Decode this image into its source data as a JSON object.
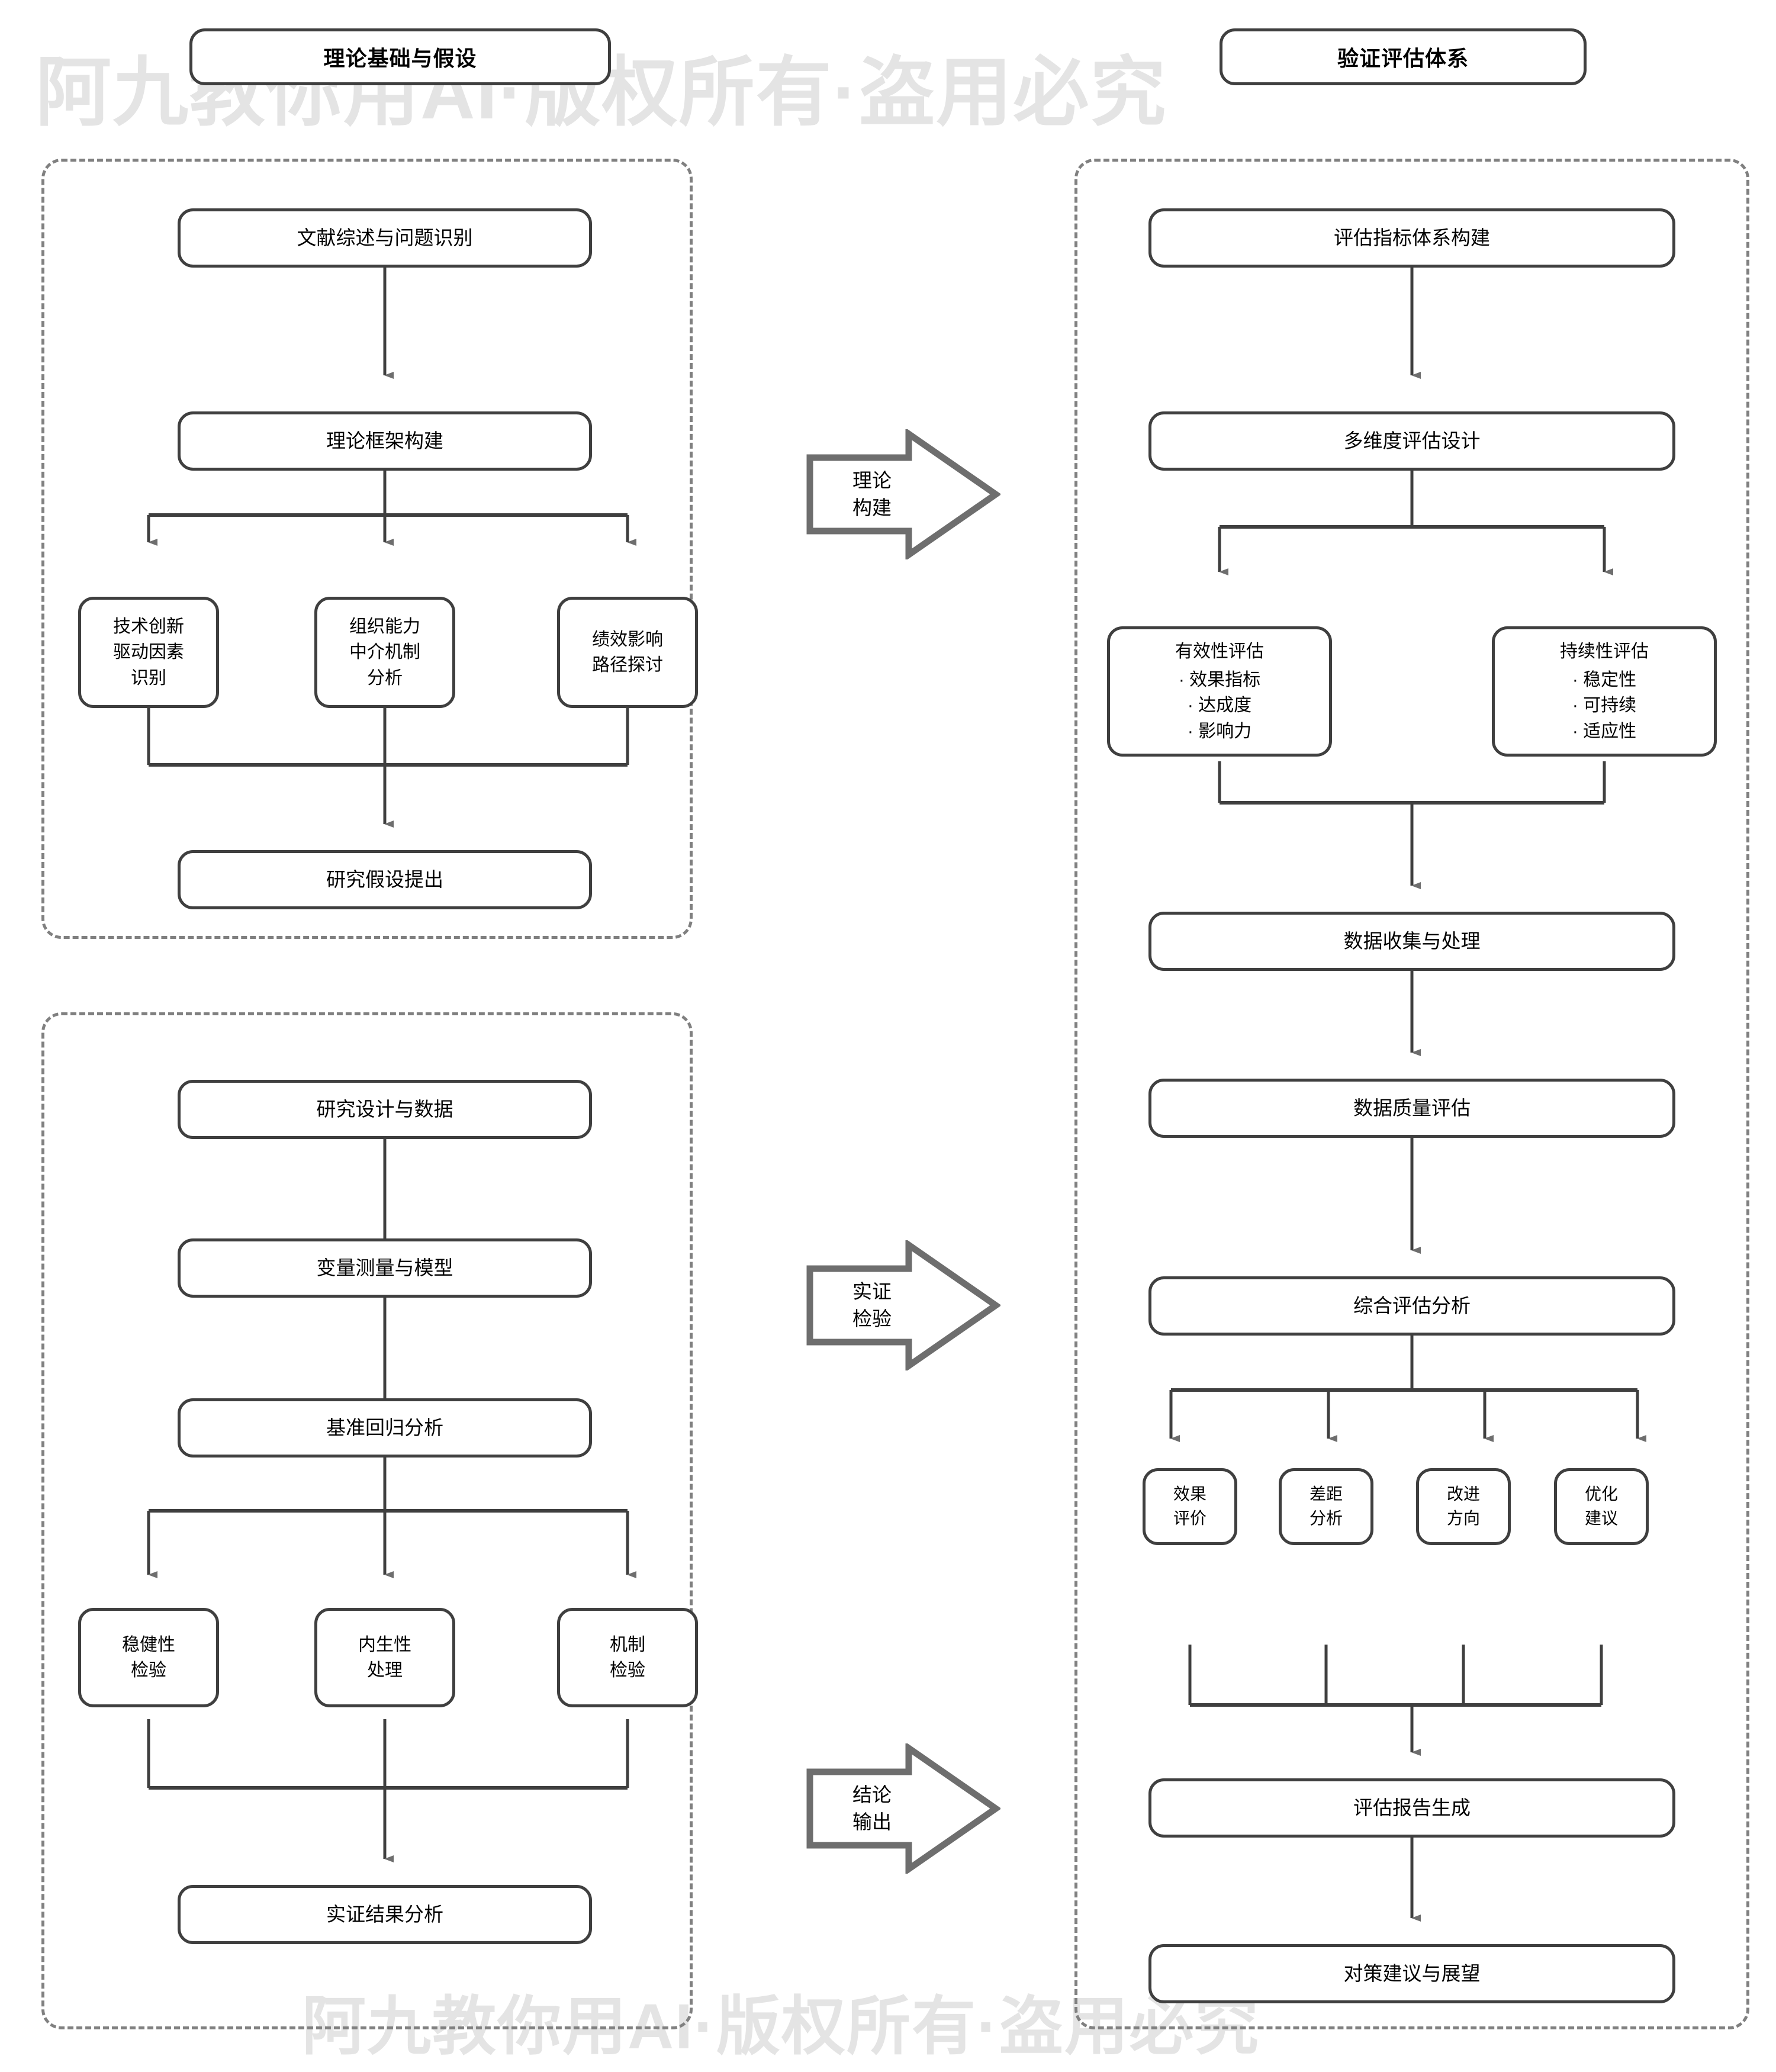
{
  "watermark": {
    "top": "阿九教你用AI·版权所有·盗用必究",
    "bottom": "阿九教你用AI·版权所有·盗用必究"
  },
  "colors": {
    "node_border": "#3f3f3f",
    "panel_border": "#808080",
    "arrow_fill": "#6e6e6e",
    "text": "#000000",
    "background": "#ffffff",
    "watermark": "#e4e4e4"
  },
  "titles": {
    "left": "理论基础与假设",
    "right": "验证评估体系"
  },
  "theory_panel": {
    "nodes": [
      {
        "label": "文献综述与问题识别"
      },
      {
        "label": "理论框架构建"
      },
      {
        "label": "研究假设提出"
      }
    ],
    "branches": [
      {
        "lines": [
          "技术创新",
          "驱动因素",
          "识别"
        ]
      },
      {
        "lines": [
          "组织能力",
          "中介机制",
          "分析"
        ]
      },
      {
        "lines": [
          "绩效影响",
          "路径探讨"
        ]
      }
    ]
  },
  "design_panel": {
    "nodes": [
      {
        "label": "研究设计与数据"
      },
      {
        "label": "变量测量与模型"
      },
      {
        "label": "基准回归分析"
      },
      {
        "label": "实证结果分析"
      }
    ],
    "branches": [
      {
        "lines": [
          "稳健性",
          "检验"
        ]
      },
      {
        "lines": [
          "内生性",
          "处理"
        ]
      },
      {
        "lines": [
          "机制",
          "检验"
        ]
      }
    ]
  },
  "connectors": [
    {
      "label_lines": [
        "理论",
        "构建"
      ]
    },
    {
      "label_lines": [
        "实证",
        "检验"
      ]
    },
    {
      "label_lines": [
        "结论",
        "输出"
      ]
    }
  ],
  "eval_panel": {
    "nodes": [
      {
        "label": "评估指标体系构建"
      },
      {
        "label": "多维度评估设计"
      },
      {
        "label": "数据收集与处理"
      },
      {
        "label": "数据质量评估"
      },
      {
        "label": "综合评估分析"
      },
      {
        "label": "评估报告生成"
      },
      {
        "label": "对策建议与展望"
      }
    ],
    "dimension_boxes": [
      {
        "heading": "有效性评估",
        "bullets": [
          "· 效果指标",
          "· 达成度",
          "· 影响力"
        ]
      },
      {
        "heading": "持续性评估",
        "bullets": [
          "· 稳定性",
          "· 可持续",
          "· 适应性"
        ]
      }
    ],
    "outcome_boxes": [
      {
        "lines": [
          "效果",
          "评价"
        ]
      },
      {
        "lines": [
          "差距",
          "分析"
        ]
      },
      {
        "lines": [
          "改进",
          "方向"
        ]
      },
      {
        "lines": [
          "优化",
          "建议"
        ]
      }
    ]
  }
}
